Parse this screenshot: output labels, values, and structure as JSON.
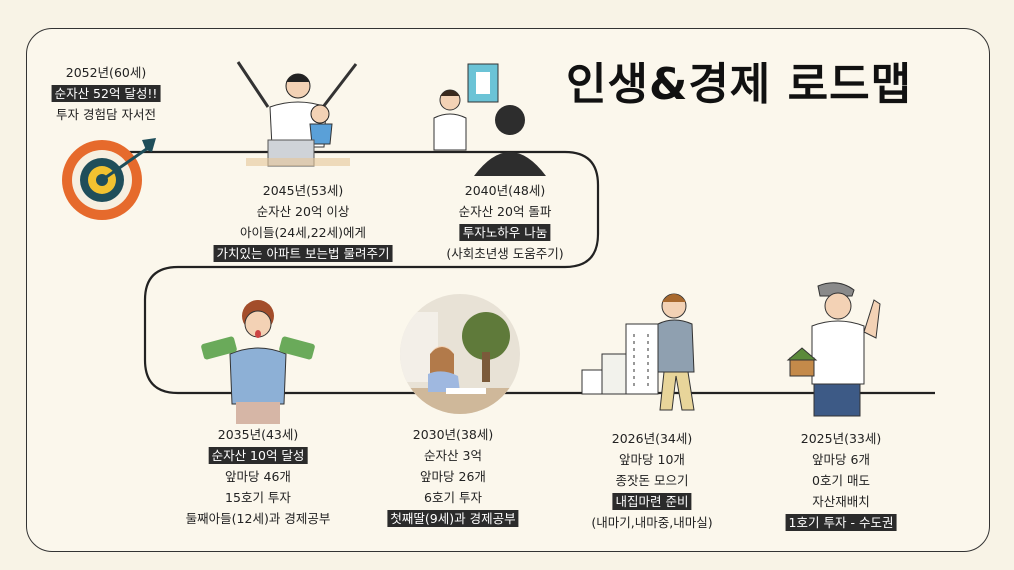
{
  "title": "인생&경제 로드맵",
  "milestones": [
    {
      "id": "m2052",
      "lines": [
        "2052년(60세)",
        "순자산 52억 달성!!",
        "투자 경험담 자서전"
      ],
      "highlight": [
        1
      ]
    },
    {
      "id": "m2045",
      "lines": [
        "2045년(53세)",
        "순자산 20억 이상",
        "아이들(24세,22세)에게",
        "가치있는 아파트 보는법 물려주기"
      ],
      "highlight": [
        3
      ]
    },
    {
      "id": "m2040",
      "lines": [
        "2040년(48세)",
        "순자산 20억 돌파",
        "투자노하우 나눔",
        "(사회초년생 도움주기)"
      ],
      "highlight": [
        2
      ]
    },
    {
      "id": "m2035",
      "lines": [
        "2035년(43세)",
        "순자산 10억 달성",
        "앞마당 46개",
        "15호기 투자",
        "둘째아들(12세)과 경제공부"
      ],
      "highlight": [
        1
      ]
    },
    {
      "id": "m2030",
      "lines": [
        "2030년(38세)",
        "순자산 3억",
        "앞마당 26개",
        "6호기 투자",
        "첫째딸(9세)과 경제공부"
      ],
      "highlight": [
        4
      ]
    },
    {
      "id": "m2026",
      "lines": [
        "2026년(34세)",
        "앞마당 10개",
        "종잣돈 모으기",
        "내집마련 준비",
        "(내마기,내마중,내마실)"
      ],
      "highlight": [
        3
      ]
    },
    {
      "id": "m2025",
      "lines": [
        "2025년(33세)",
        "앞마당 6개",
        "0호기 매도",
        "자산재배치",
        "1호기 투자 - 수도권"
      ],
      "highlight": [
        4
      ]
    }
  ],
  "icons": [
    "target-icon",
    "celebrating-family-illustration",
    "consultation-illustration",
    "money-woman-illustration",
    "studying-girl-photo",
    "building-man-illustration",
    "thumbs-up-man-illustration"
  ]
}
